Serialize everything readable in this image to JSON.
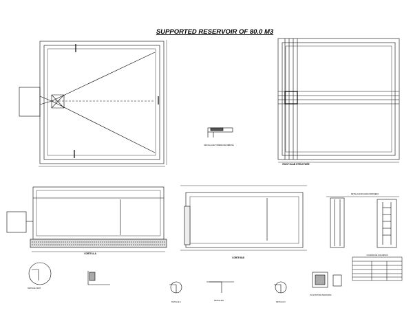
{
  "drawing": {
    "title": "SUPPORTED RESERVOIR OF 80.0 M3",
    "labels": {
      "roof_slab": "ROOF SLAB STRUCTURE",
      "section_a": "CORTE A-A",
      "section_b": "CORTE B-B",
      "detail_eaves": "DETALLE DE TUBERIA DE REBOSE",
      "detail_ladder": "DETALLE ESCALERA MARINERA",
      "detail_vent": "DETALLE VENT.",
      "detail_a": "DETALLE A",
      "detail_b": "DETALLE B",
      "detail_c": "DETALLE C",
      "cover_plan": "PLANTA TAPA SANITARIA",
      "title_block_head": "CUADRO DE COLUMNAS"
    }
  }
}
